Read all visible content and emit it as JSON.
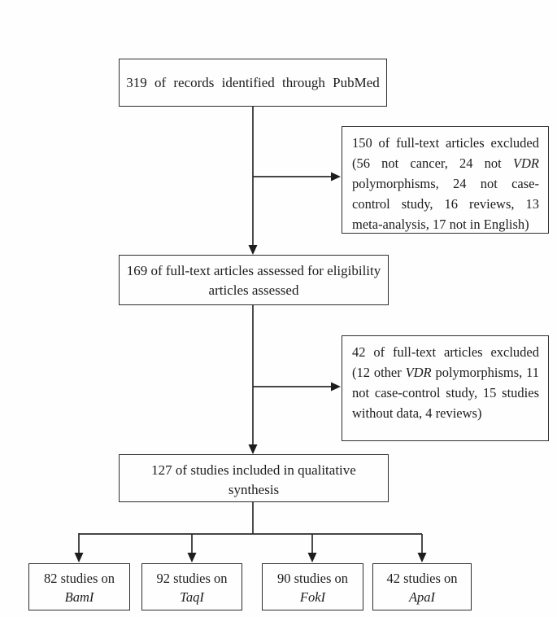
{
  "flowchart": {
    "records_box": {
      "text": "319 of records identified through PubMed"
    },
    "excluded_box_1": {
      "pre": "150 of full-text articles excluded (56 not cancer, 24 not ",
      "italic": "VDR",
      "post": " polymorphisms, 24 not case-control study, 16 reviews, 13 meta-analysis, 17 not in English)"
    },
    "eligibility_box": {
      "line1": "169 of full-text articles assessed for eligibility",
      "line2": "articles assessed"
    },
    "excluded_box_2": {
      "pre": "42 of full-text articles excluded (12 other ",
      "italic": "VDR",
      "post": " polymorphisms, 11 not case-control study, 15 studies without data, 4 reviews)"
    },
    "qualitative_box": {
      "line1": "127 of studies included in qualitative",
      "line2": "synthesis"
    },
    "gene_boxes": [
      {
        "line1": "82 studies on",
        "gene": "BamI"
      },
      {
        "line1": "92 studies on",
        "gene": "TaqI"
      },
      {
        "line1": "90 studies on",
        "gene": "FokI"
      },
      {
        "line1": "42 studies on",
        "gene": "ApaI"
      }
    ],
    "colors": {
      "line": "#2b2b2b",
      "border": "#2e2e2e",
      "text": "#1c1c1c",
      "background": "#fefefe"
    }
  }
}
